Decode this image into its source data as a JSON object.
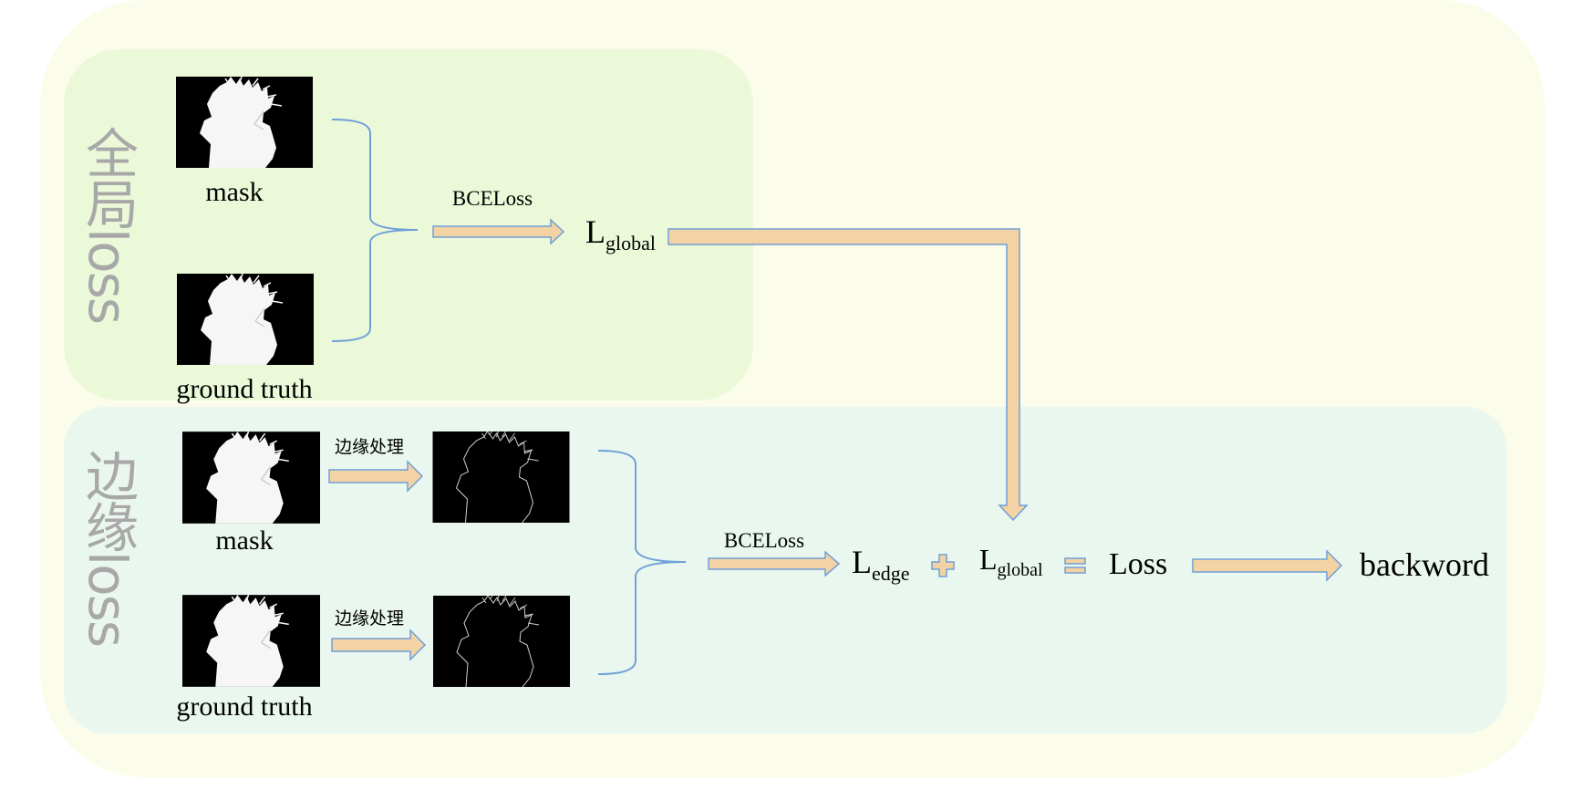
{
  "global_section": {
    "title": "全局loss",
    "mask_label": "mask",
    "gt_label": "ground truth",
    "loss_fn": "BCELoss",
    "result_main": "L",
    "result_sub": "global"
  },
  "edge_section": {
    "title": "边缘loss",
    "mask_label": "mask",
    "gt_label": "ground truth",
    "process_label_top": "边缘处理",
    "process_label_bottom": "边缘处理",
    "loss_fn": "BCELoss"
  },
  "equation": {
    "edge_main": "L",
    "edge_sub": "edge",
    "global_main": "L",
    "global_sub": "global",
    "total": "Loss",
    "final": "backword"
  },
  "colors": {
    "outer_bg": "#fbfdea",
    "global_bg": "#ebf9d9",
    "edge_bg": "#eaf7ee",
    "arrow_fill": "#f3d3a3",
    "arrow_stroke": "#6f9fd8",
    "brace": "#6f9fd8",
    "title_gray": "#a8a8a8"
  }
}
